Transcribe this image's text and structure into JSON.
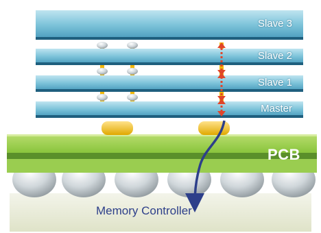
{
  "diagram": {
    "dies": [
      {
        "id": "slave3",
        "label": "Slave 3"
      },
      {
        "id": "slave2",
        "label": "Slave 2"
      },
      {
        "id": "slave1",
        "label": "Slave 1"
      },
      {
        "id": "master",
        "label": "Master"
      }
    ],
    "pcb_label": "PCB",
    "controller_label": "Memory Controller",
    "colors": {
      "die_fill": "#7ec4da",
      "die_edge": "#1f5f7e",
      "pcb_green": "#8cc63f",
      "pcb_stripe": "#5a8f2a",
      "tsv": "#f2b705",
      "signal_path": "#e0452b",
      "connection_line": "#2d3f8a",
      "solder_ball": "#cfd6da"
    }
  }
}
